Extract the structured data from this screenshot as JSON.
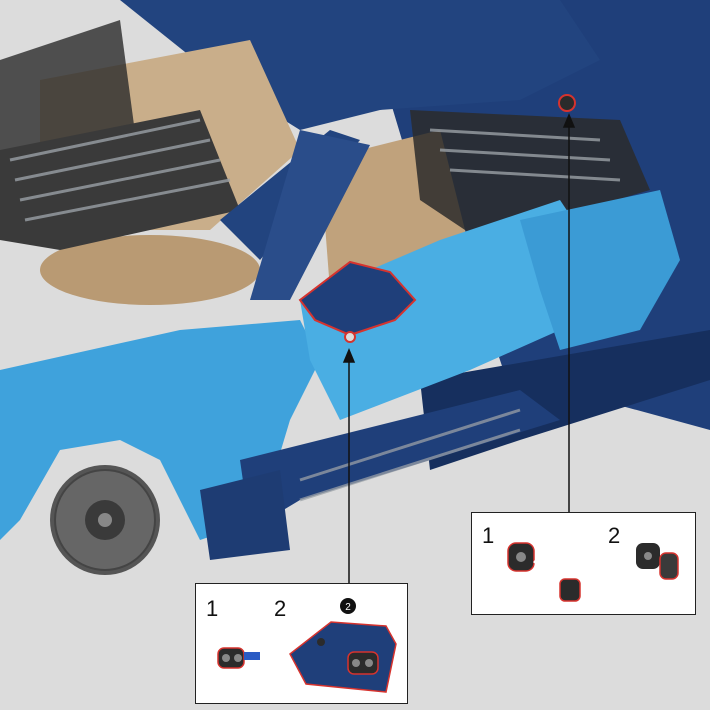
{
  "colors": {
    "background": "#dcdcdc",
    "body_light_blue": "#3fa2dc",
    "body_dark_blue": "#1f3f7a",
    "interior_tan": "#c9ae8a",
    "technic_black": "#2b2b2b",
    "technic_gray": "#9aa0a6",
    "highlight_red": "#d6332e"
  },
  "callouts": [
    {
      "id": "left",
      "steps": [
        {
          "label": "1",
          "part": "axle-pin-connector"
        },
        {
          "label": "2",
          "part": "dark-blue-panel-with-connector"
        }
      ],
      "badge": "2"
    },
    {
      "id": "right",
      "steps": [
        {
          "label": "1",
          "part": "angle-connector-with-pin"
        },
        {
          "label": "2",
          "part": "assembled-angle-connector"
        }
      ]
    }
  ]
}
